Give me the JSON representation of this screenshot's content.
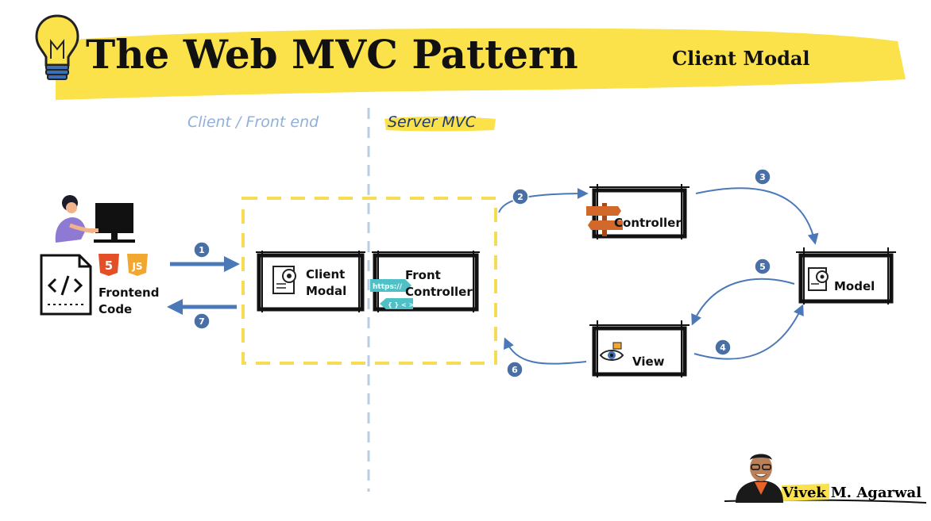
{
  "title": {
    "main": "The Web MVC Pattern",
    "sub": "Client Modal"
  },
  "sections": {
    "client_label": "Client / Front end",
    "server_label": "Server MVC"
  },
  "frontend": {
    "line1": "Frontend",
    "line2": "Code",
    "html_badge": "5",
    "js_badge": "JS"
  },
  "boxes": {
    "client_modal": {
      "line1": "Client",
      "line2": "Modal"
    },
    "front_controller": {
      "line1": "Front",
      "line2": "Controller",
      "tag_top": "https://",
      "tag_bottom": "{ } < >"
    },
    "controller": {
      "label": "Controller"
    },
    "model": {
      "label": "Model"
    },
    "view": {
      "label": "View"
    }
  },
  "steps": [
    "1",
    "2",
    "3",
    "4",
    "5",
    "6",
    "7"
  ],
  "author": {
    "first": "Vivek",
    "rest": "M. Agarwal"
  },
  "colors": {
    "highlight": "#fbe14a",
    "arrow_blue": "#4b78b7",
    "badge_blue": "#4a6fa5",
    "dashed_yellow": "#f6dc55",
    "divider_blue": "#b9cde7",
    "client_label": "#8fb0dc",
    "server_label": "#1f3a6e"
  }
}
